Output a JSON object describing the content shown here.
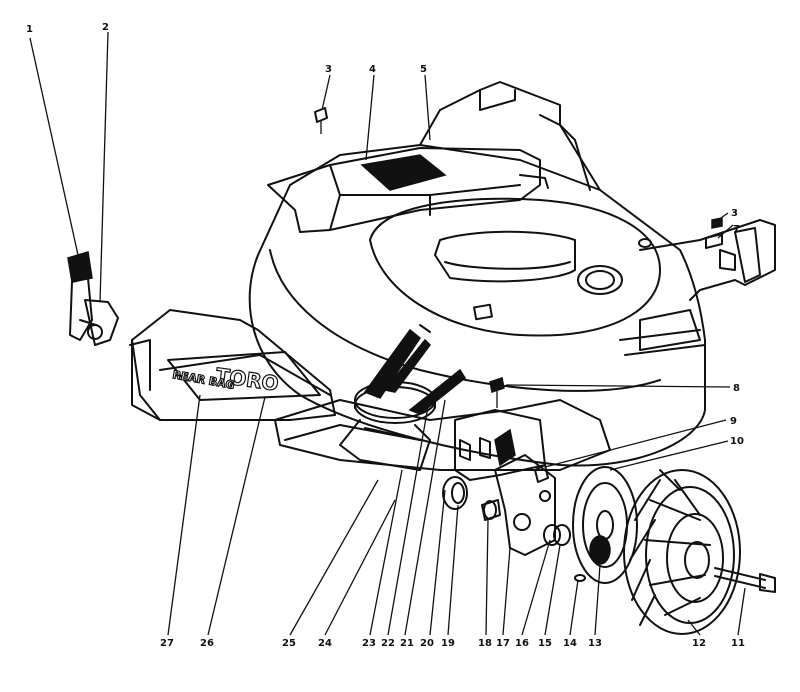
{
  "diagram": {
    "decal_brand": "TORO",
    "decal_rear_bag": "REAR BAG",
    "callouts": [
      {
        "id": "c1",
        "text": "1"
      },
      {
        "id": "c2",
        "text": "2"
      },
      {
        "id": "c3a",
        "text": "3"
      },
      {
        "id": "c4",
        "text": "4"
      },
      {
        "id": "c5",
        "text": "5"
      },
      {
        "id": "c3b",
        "text": "3"
      },
      {
        "id": "c7",
        "text": "7"
      },
      {
        "id": "c8",
        "text": "8"
      },
      {
        "id": "c9",
        "text": "9"
      },
      {
        "id": "c10",
        "text": "10"
      },
      {
        "id": "c27",
        "text": "27"
      },
      {
        "id": "c26",
        "text": "26"
      },
      {
        "id": "c25",
        "text": "25"
      },
      {
        "id": "c24",
        "text": "24"
      },
      {
        "id": "c23",
        "text": "23"
      },
      {
        "id": "c22",
        "text": "22"
      },
      {
        "id": "c21",
        "text": "21"
      },
      {
        "id": "c20",
        "text": "20"
      },
      {
        "id": "c19",
        "text": "19"
      },
      {
        "id": "c18",
        "text": "18"
      },
      {
        "id": "c17",
        "text": "17"
      },
      {
        "id": "c16",
        "text": "16"
      },
      {
        "id": "c15",
        "text": "15"
      },
      {
        "id": "c14",
        "text": "14"
      },
      {
        "id": "c13",
        "text": "13"
      },
      {
        "id": "c12",
        "text": "12"
      },
      {
        "id": "c11",
        "text": "11"
      }
    ]
  }
}
